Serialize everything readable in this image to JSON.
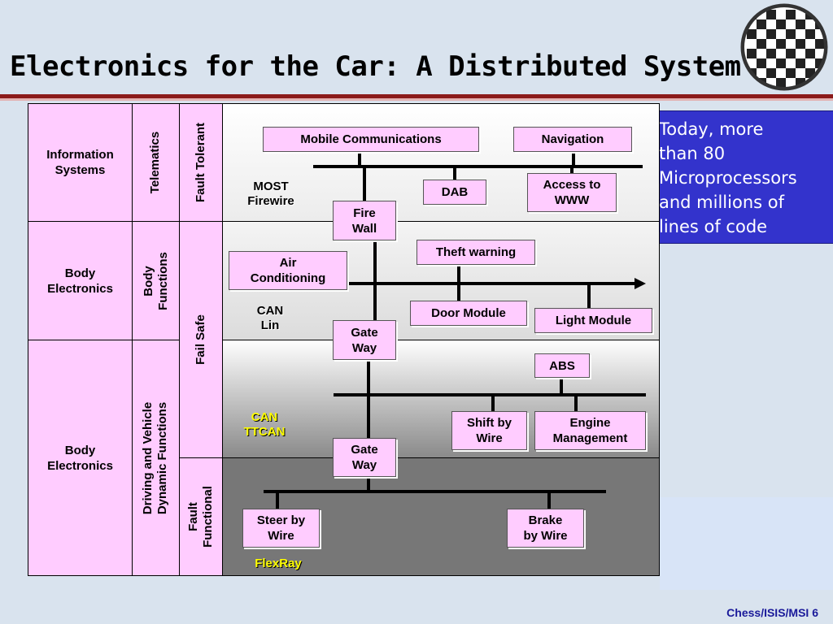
{
  "title": "Electronics for the Car: A Distributed System",
  "callout": [
    "Today, more",
    "than 80",
    "Microprocessors",
    "and millions of",
    "lines of code"
  ],
  "footer": "Chess/ISIS/MSI  6",
  "left_categories": [
    {
      "label": "Information\nSystems"
    },
    {
      "label": "Body\nElectronics"
    },
    {
      "label": "Body\nElectronics"
    }
  ],
  "functions": [
    {
      "label": "Telematics"
    },
    {
      "label": "Body\nFunctions"
    },
    {
      "label": "Driving and Vehicle\nDynamic Functions"
    }
  ],
  "safety": [
    {
      "label": "Fault Tolerant"
    },
    {
      "label": "Fail Safe"
    },
    {
      "label": "Fault\nFunctional"
    }
  ],
  "protocols": [
    {
      "label": "MOST\nFirewire",
      "color": "#000000"
    },
    {
      "label": "CAN\nLin",
      "color": "#000000"
    },
    {
      "label": "CAN\nTTCAN",
      "color": "#ffff00"
    },
    {
      "label": "FlexRay",
      "color": "#ffff00"
    }
  ],
  "nodes": [
    {
      "label": "Mobile Communications"
    },
    {
      "label": "Navigation"
    },
    {
      "label": "DAB"
    },
    {
      "label": "Access to\nWWW"
    },
    {
      "label": "Fire\nWall"
    },
    {
      "label": "Theft warning"
    },
    {
      "label": "Air\nConditioning"
    },
    {
      "label": "Door Module"
    },
    {
      "label": "Light Module"
    },
    {
      "label": "Gate\nWay"
    },
    {
      "label": "ABS"
    },
    {
      "label": "Shift by\nWire"
    },
    {
      "label": "Engine\nManagement"
    },
    {
      "label": "Gate\nWay"
    },
    {
      "label": "Steer by\nWire"
    },
    {
      "label": "Brake\nby Wire"
    }
  ],
  "colors": {
    "node_fill": "#ffccff",
    "callout_bg": "#3333cc",
    "title_rule": "#8b1a1a",
    "footer_text": "#1a1a9a",
    "bottom_zone": "#777777"
  }
}
